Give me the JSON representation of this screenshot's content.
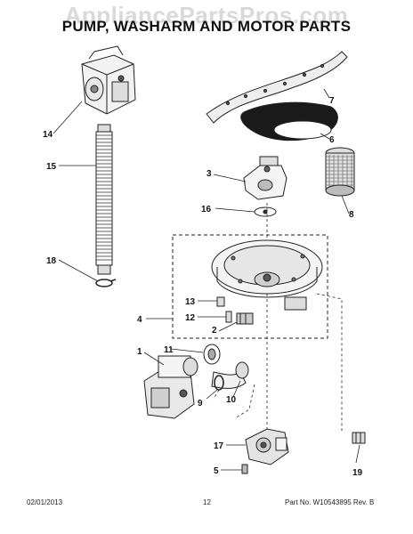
{
  "watermark": "AppliancePartsPros.com",
  "title": "PUMP, WASHARM AND MOTOR PARTS",
  "callouts": [
    "1",
    "2",
    "3",
    "4",
    "5",
    "6",
    "7",
    "8",
    "9",
    "10",
    "11",
    "12",
    "13",
    "14",
    "15",
    "16",
    "17",
    "18",
    "19"
  ],
  "footer": {
    "date": "02/01/2013",
    "page": "12",
    "part_no": "Part No. W10543895 Rev. B"
  }
}
